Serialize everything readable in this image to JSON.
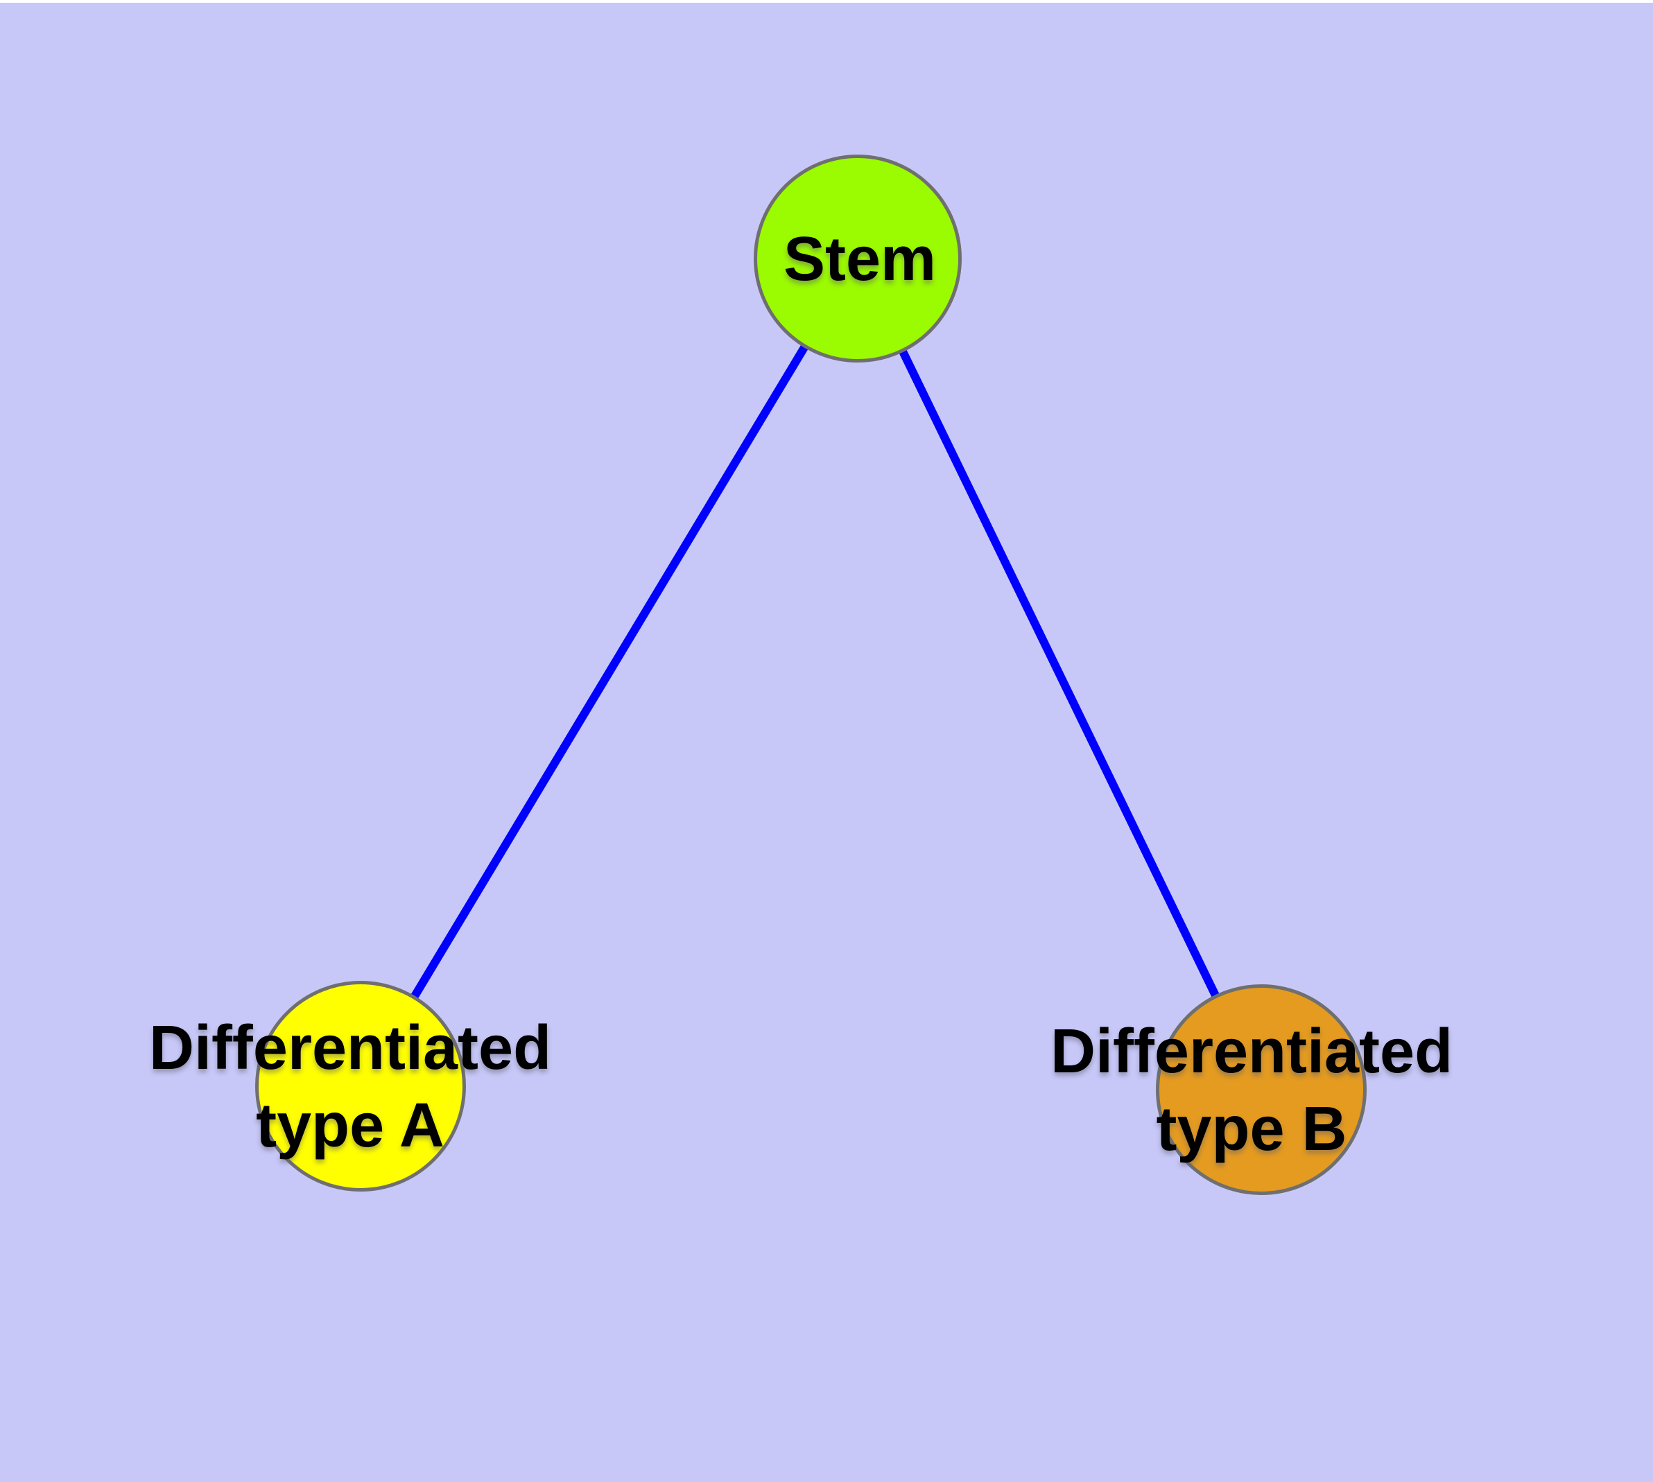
{
  "canvas": {
    "background": "#c8c8f8",
    "top_strip_color": "#ffffff"
  },
  "diagram": {
    "type": "node-link-graph",
    "nodes": [
      {
        "id": "stem",
        "label": "Stem",
        "fill": "#9bfb00",
        "border_color": "#6f6f6f",
        "text_color": "#000000",
        "shape": "circle"
      },
      {
        "id": "differentiated-type-a",
        "label": "Differentiated\ntype A",
        "fill": "#ffff00",
        "border_color": "#6f6f6f",
        "text_color": "#000000",
        "shape": "circle"
      },
      {
        "id": "differentiated-type-b",
        "label": "Differentiated\ntype B",
        "fill": "#e49b20",
        "border_color": "#6f6f6f",
        "text_color": "#000000",
        "shape": "circle"
      }
    ],
    "edges": [
      {
        "from": "stem",
        "to": "differentiated-type-a",
        "color": "#0000ff"
      },
      {
        "from": "stem",
        "to": "differentiated-type-b",
        "color": "#0000ff"
      }
    ]
  }
}
